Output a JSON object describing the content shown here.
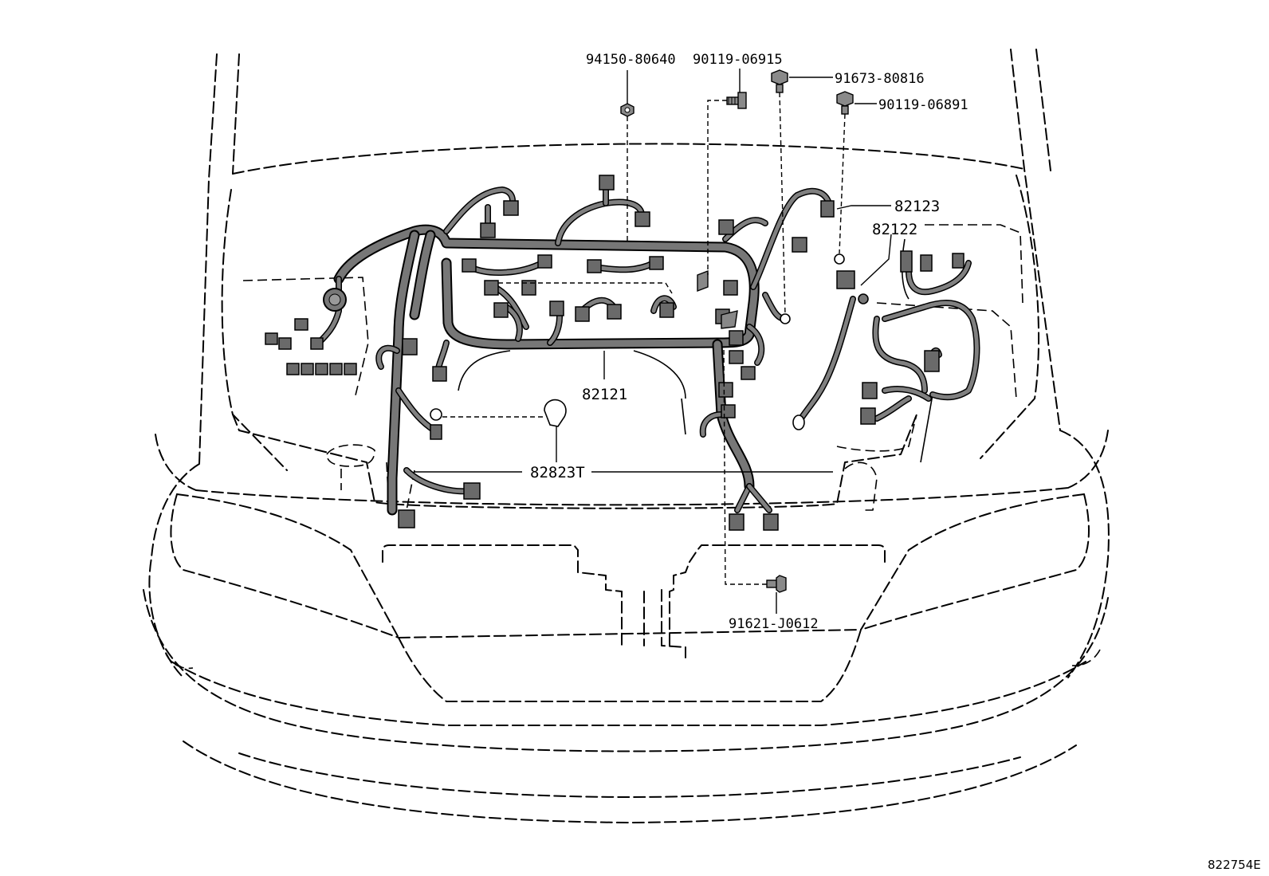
{
  "parts": {
    "p94150": "94150-80640",
    "p90119a": "90119-06915",
    "p91673": "91673-80816",
    "p90119b": "90119-06891",
    "p82123": "82123",
    "p82122": "82122",
    "p82121": "82121",
    "p82823": "82823T",
    "p91621": "91621-J0612"
  },
  "diagram_ref": "822754E"
}
